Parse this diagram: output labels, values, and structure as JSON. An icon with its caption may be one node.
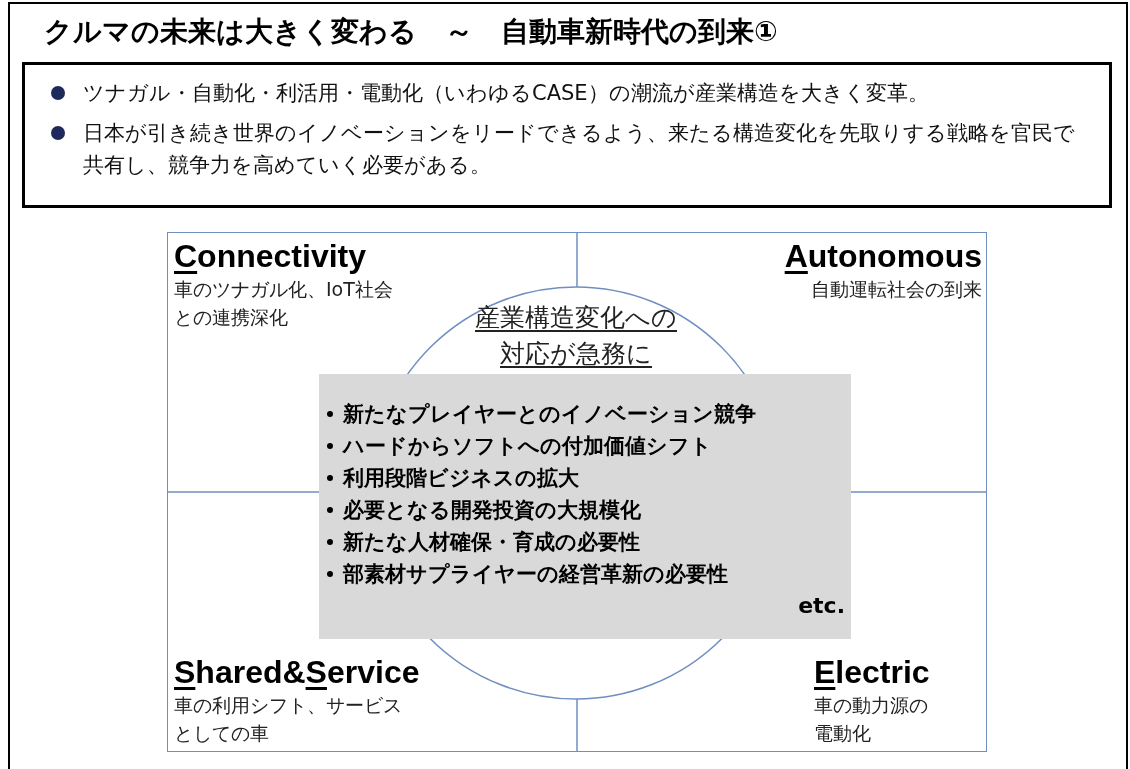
{
  "diagram": {
    "title": "クルマの未来は大きく変わる　～　自動車新時代の到来①",
    "nodes": [
      {
        "text": [
          "ツナガル・自動化・利活用・電動化（いわゆるCASE）の潮流が産業構造を大きく変革。",
          "日本が引き続き世界のイノベーションをリードできるよう、来たる構造変化を先取りする戦略を官民で共有し、競争力を高めていく必要がある。"
        ]
      },
      {
        "text": [],
        "shape": "box"
      },
      {
        "text": [
          "Connectivity",
          "車のツナガル化、IoT社会との連携深化"
        ],
        "in": 1
      },
      {
        "text": [
          "Autonomous",
          "自動運転社会の到来"
        ],
        "in": 1
      },
      {
        "text": [
          "Shared&Service",
          "車の利用シフト、サービスとしての車"
        ],
        "in": 1
      },
      {
        "text": [
          "Electric",
          "車の動力源の電動化"
        ],
        "in": 1
      },
      {
        "text": [
          "産業構造変化への対応が急務に"
        ],
        "in": 1
      },
      {
        "text": [
          "新たなプレイヤーとのイノベーション競争",
          "ハードからソフトへの付加価値シフト",
          "利用段階ビジネスの拡大",
          "必要となる開発投資の大規模化",
          "新たな人材確保・育成の必要性",
          "部素材サプライヤーの経営革新の必要性",
          "etc."
        ],
        "in": 1
      }
    ],
    "edges": []
  }
}
